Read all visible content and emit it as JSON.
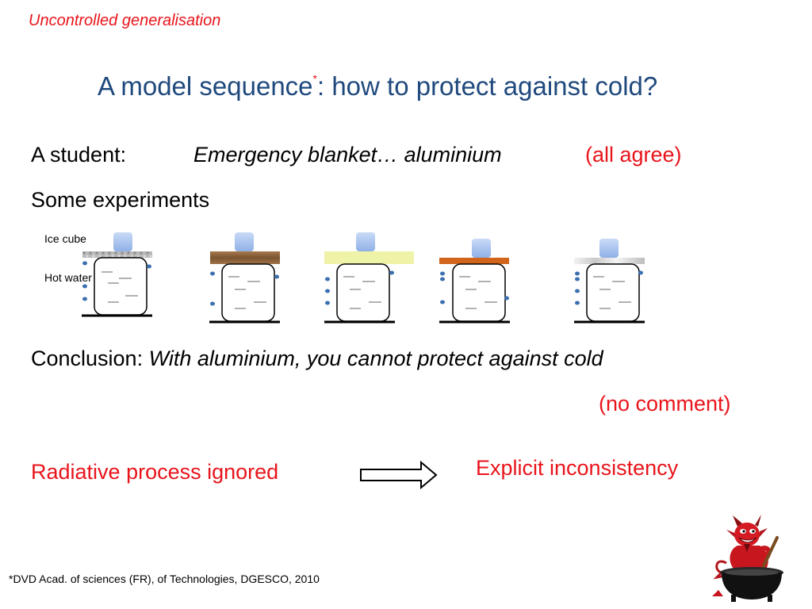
{
  "slide": {
    "header": "Uncontrolled generalisation",
    "title_main": "A model sequence",
    "title_star": "*",
    "title_rest": ": how to protect against cold?",
    "student_label": "A student:",
    "student_quote": "Emergency blanket… aluminium",
    "student_reaction": "(all agree)",
    "experiments_label": "Some experiments",
    "label_ice": "Ice cube",
    "label_water": "Hot water",
    "conclusion_label": "Conclusion:",
    "conclusion_text": "With aluminium, you cannot protect against cold",
    "no_comment": "(no comment)",
    "radiative": "Radiative process ignored",
    "inconsistency": "Explicit inconsistency",
    "footnote": "*DVD  Acad. of sciences (FR), of Technologies, DGESCO, 2010"
  },
  "experiments": [
    {
      "cover": "foil-gray"
    },
    {
      "cover": "wood"
    },
    {
      "cover": "pale-yellow"
    },
    {
      "cover": "copper"
    },
    {
      "cover": "foil-silver"
    }
  ],
  "colors": {
    "accent_red": "#e8141b",
    "title_blue": "#1f497d",
    "ice_blue": "#a9c4ef",
    "droplet_blue": "#3a6fb0"
  },
  "icons": {
    "mascot": "devil-cauldron-icon",
    "arrow": "right-arrow-icon"
  }
}
